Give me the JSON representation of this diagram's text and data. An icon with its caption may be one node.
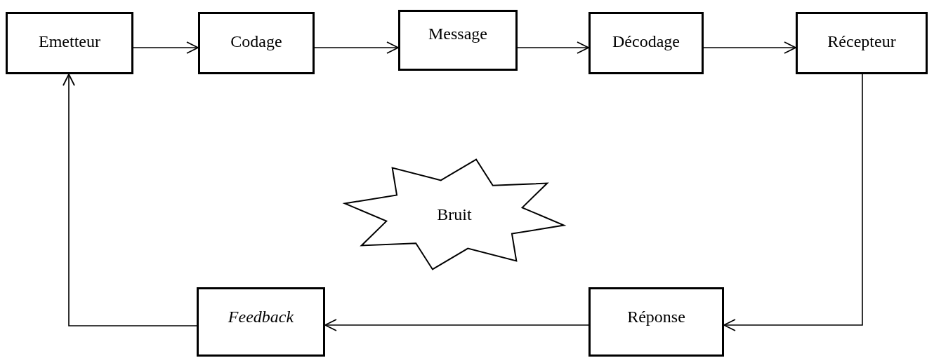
{
  "diagram": {
    "nodes": [
      {
        "text": [
          "Emetteur"
        ]
      },
      {
        "text": [
          "Codage"
        ]
      },
      {
        "text": [
          "Message"
        ]
      },
      {
        "text": [
          "Décodage"
        ]
      },
      {
        "text": [
          "Récepteur"
        ]
      },
      {
        "text": [
          "Bruit"
        ]
      },
      {
        "text": [
          "Feedback"
        ]
      },
      {
        "text": [
          "Réponse"
        ]
      }
    ],
    "edges": [
      {
        "from": 0,
        "to": 1,
        "arrow": "to"
      },
      {
        "from": 1,
        "to": 2,
        "arrow": "to"
      },
      {
        "from": 2,
        "to": 3,
        "arrow": "to"
      },
      {
        "from": 3,
        "to": 4,
        "arrow": "to"
      },
      {
        "from": 4,
        "to": 7,
        "arrow": "to"
      },
      {
        "from": 7,
        "to": 6,
        "arrow": "to"
      },
      {
        "from": 6,
        "to": 0,
        "arrow": "to"
      }
    ]
  }
}
